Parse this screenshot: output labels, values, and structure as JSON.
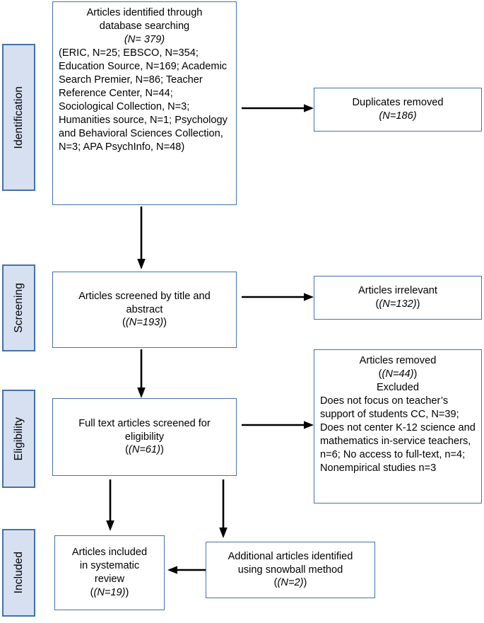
{
  "diagram": {
    "type": "prisma-flow-diagram",
    "accent_border": "#4472a8",
    "stage_fill": "#d6e0f0",
    "arrow_color": "#000000"
  },
  "stages": [
    {
      "id": "identification",
      "label": "Identification"
    },
    {
      "id": "screening",
      "label": "Screening"
    },
    {
      "id": "eligibility",
      "label": "Eligibility"
    },
    {
      "id": "included",
      "label": "Included"
    }
  ],
  "nodes": {
    "identified": {
      "line1": "Articles identified through",
      "line2": "database searching",
      "count": "(N= 379)",
      "detail": "(ERIC, N=25; EBSCO, N=354; Education Source, N=169; Academic Search Premier, N=86; Teacher Reference Center, N=44; Sociological Collection, N=3; Humanities source, N=1; Psychology and Behavioral Sciences Collection, N=3; APA PsychInfo, N=48)"
    },
    "duplicates": {
      "line1": "Duplicates removed",
      "count": "(N=186)"
    },
    "screened": {
      "line1": "Articles screened by title and",
      "line2": "abstract",
      "count": "(N=193)"
    },
    "irrelevant": {
      "line1": "Articles irrelevant",
      "count": "(N=132)"
    },
    "fulltext": {
      "line1": "Full text articles screened for",
      "line2": "eligibility",
      "count": "(N=61)"
    },
    "removed": {
      "line1": "Articles removed",
      "count": "(N=44)",
      "line2": "Excluded",
      "detail": "Does not focus on teacher’s support of students CC, N=39; Does not center K-12 science and mathematics in-service teachers, n=6; No access to full-text, n=4; Nonempirical studies n=3"
    },
    "snowball": {
      "line1": "Additional articles identified",
      "line2": "using snowball method",
      "count": "(N=2)"
    },
    "included": {
      "line1": "Articles included",
      "line2": "in systematic",
      "line3": "review",
      "count": "(N=19)"
    }
  },
  "arrows": [
    {
      "id": "identified-to-duplicates",
      "direction": "right"
    },
    {
      "id": "identified-to-screened",
      "direction": "down"
    },
    {
      "id": "screened-to-irrelevant",
      "direction": "right"
    },
    {
      "id": "screened-to-fulltext",
      "direction": "down"
    },
    {
      "id": "fulltext-to-removed",
      "direction": "right"
    },
    {
      "id": "fulltext-to-included",
      "direction": "down"
    },
    {
      "id": "fulltext-to-snowball",
      "direction": "down"
    },
    {
      "id": "snowball-to-included",
      "direction": "left"
    }
  ]
}
